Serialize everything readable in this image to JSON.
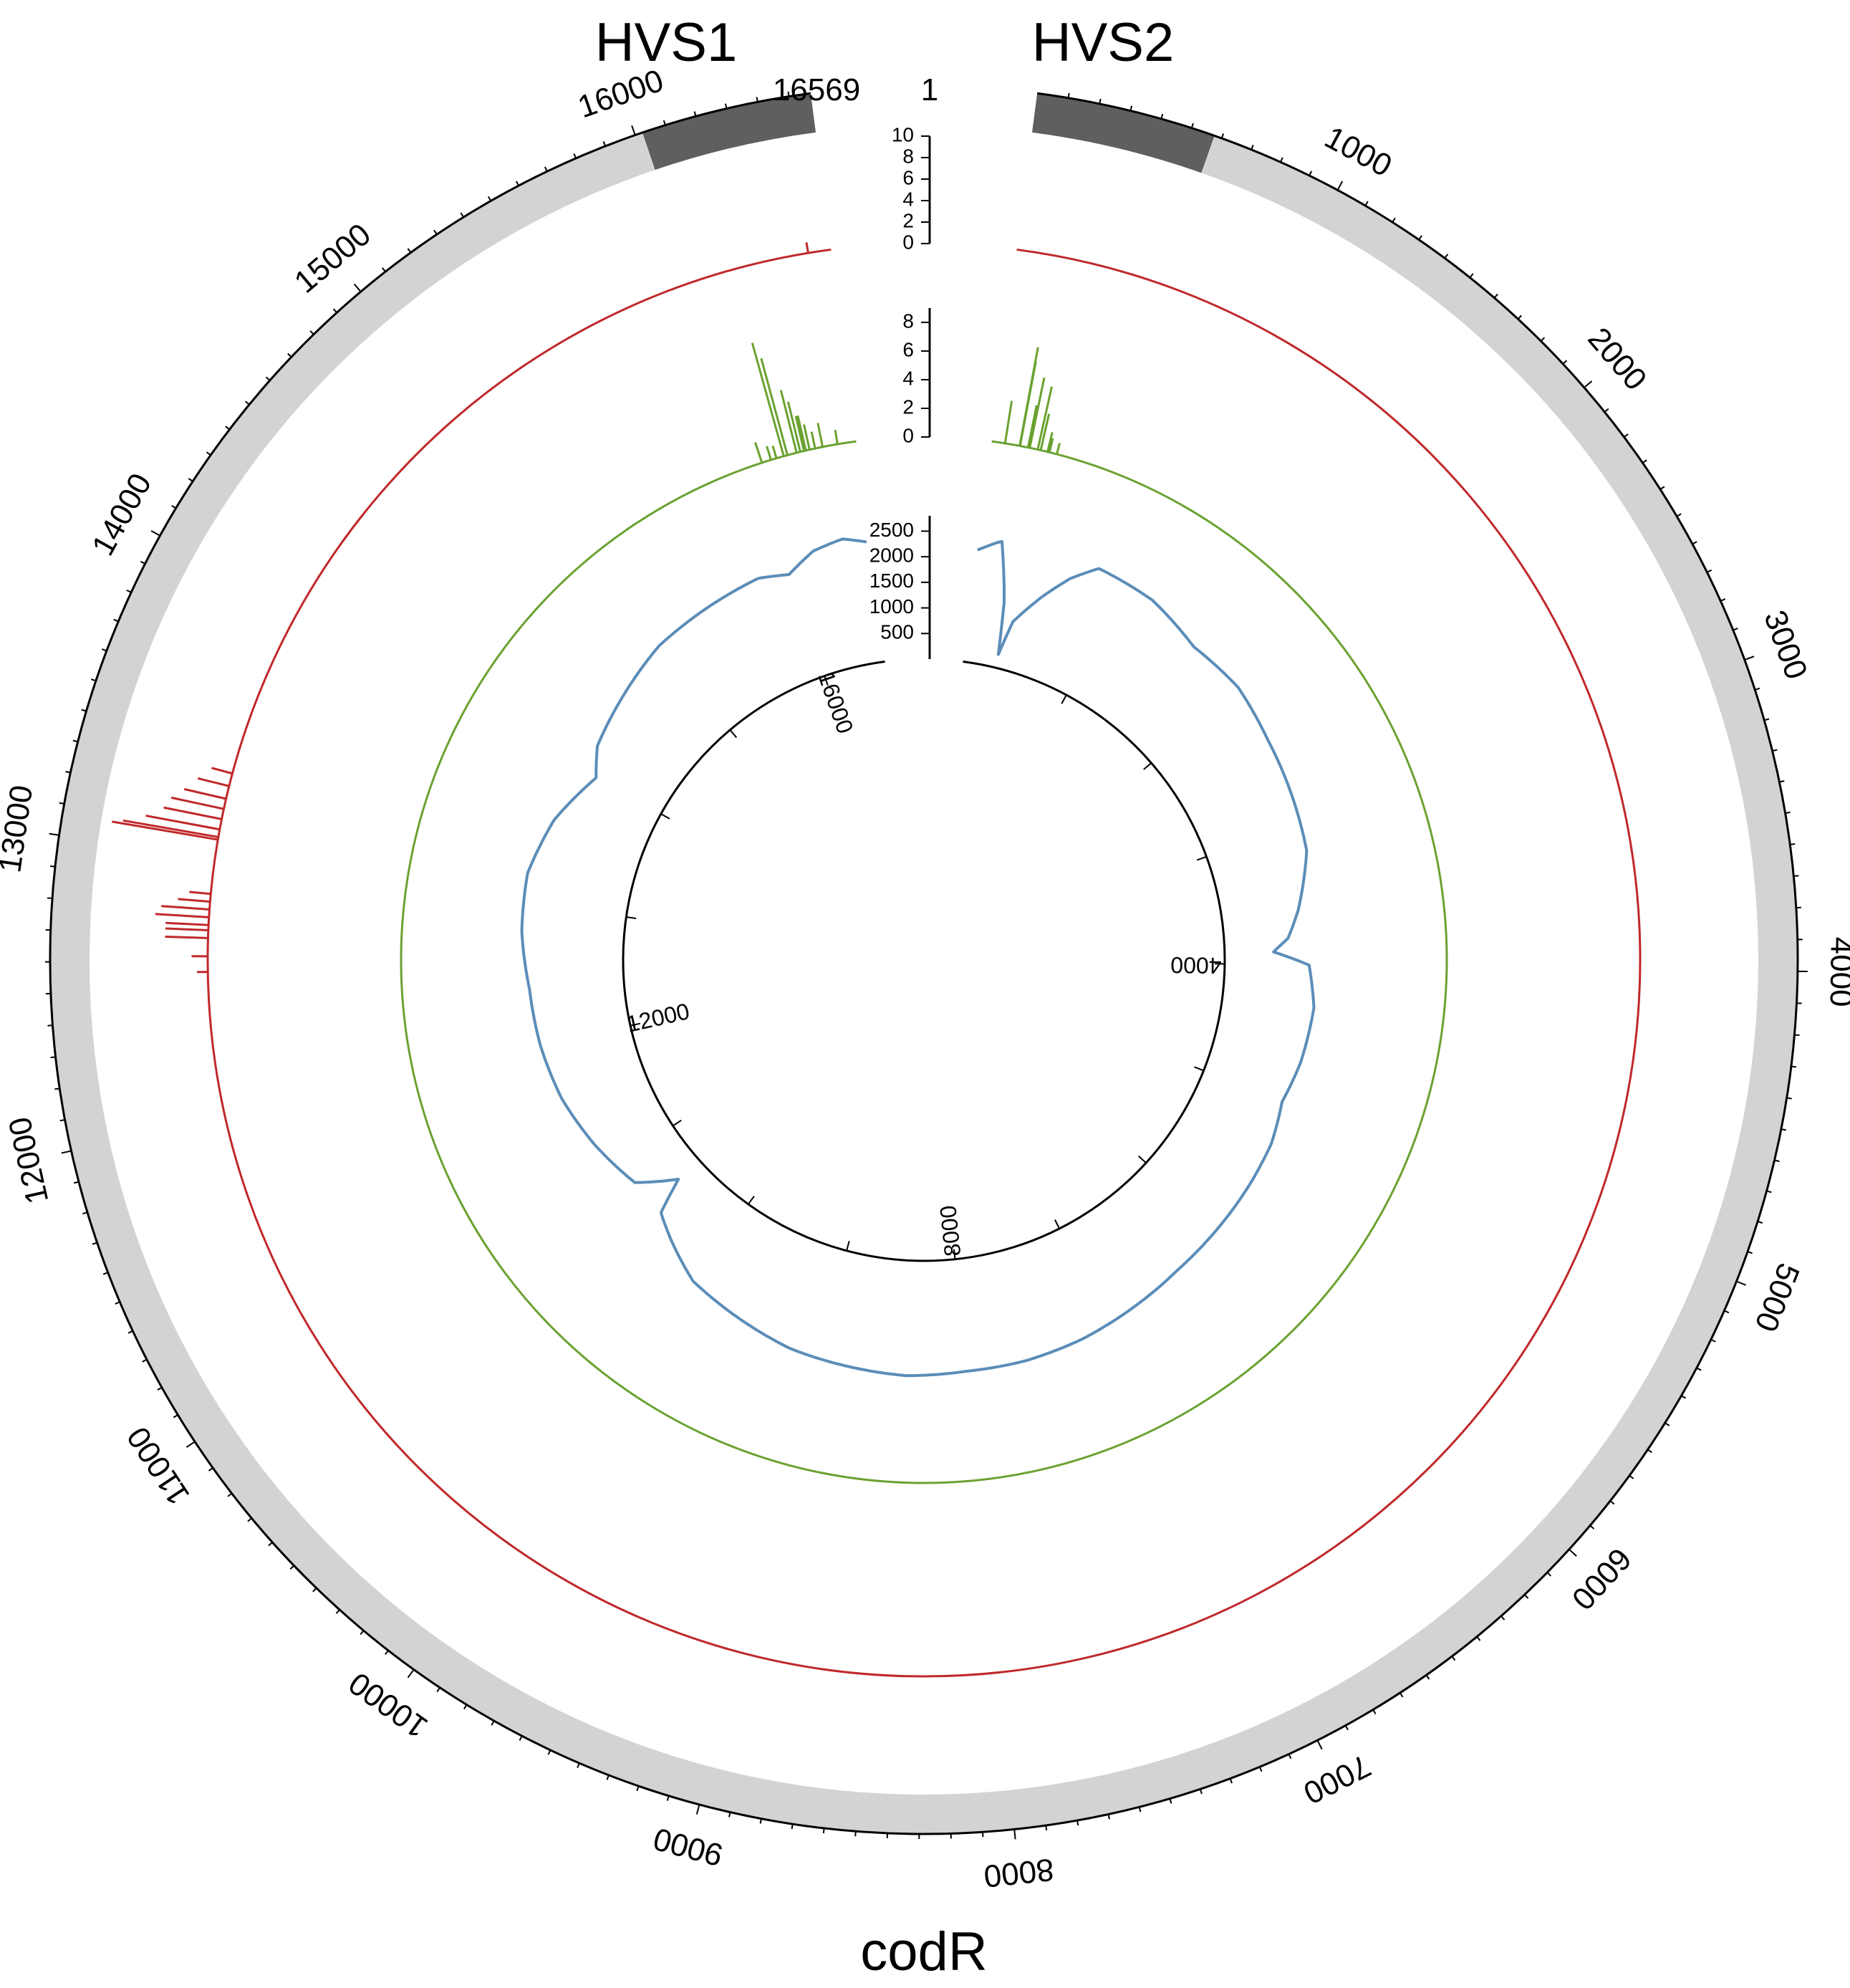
{
  "labels": {
    "hvs1": "HVS1",
    "hvs2": "HVS2",
    "codr": "codR",
    "start": "1",
    "end": "16569"
  },
  "colors": {
    "ring_light": "#d3d3d3",
    "ring_dark": "#5f5f5f",
    "red": "#c0282a",
    "green": "#6aa231",
    "blue": "#5b8db8",
    "axis": "#000000"
  },
  "chart_data": {
    "type": "circular-genome-map",
    "genome_length": 16569,
    "outer_ticks": [
      "1000",
      "2000",
      "3000",
      "4000",
      "5000",
      "6000",
      "7000",
      "8000",
      "9000",
      "10000",
      "11000",
      "12000",
      "13000",
      "14000",
      "15000",
      "16000"
    ],
    "inner_ticks": [
      "4000",
      "8000",
      "12000",
      "16000"
    ],
    "regions": [
      {
        "name": "HVS1",
        "start": 16024,
        "end": 16569,
        "color": "dark"
      },
      {
        "name": "HVS2",
        "start": 1,
        "end": 576,
        "color": "dark"
      },
      {
        "name": "codR",
        "start": 577,
        "end": 16023,
        "color": "light"
      }
    ],
    "tracks": [
      {
        "color": "red",
        "scale_ticks": [
          "0",
          "2",
          "4",
          "6",
          "8",
          "10"
        ],
        "ylim": [
          0,
          10
        ],
        "peaks": [
          [
            16480,
            1
          ],
          [
            13070,
            10
          ],
          [
            13080,
            9
          ],
          [
            13110,
            7
          ],
          [
            13150,
            5.5
          ],
          [
            13190,
            5
          ],
          [
            13230,
            4
          ],
          [
            13280,
            3
          ],
          [
            13330,
            2
          ],
          [
            12690,
            4
          ],
          [
            12720,
            4
          ],
          [
            12740,
            4
          ],
          [
            12770,
            5
          ],
          [
            12800,
            4.5
          ],
          [
            12830,
            3
          ],
          [
            12860,
            2
          ],
          [
            12620,
            1.5
          ],
          [
            12560,
            1
          ]
        ]
      },
      {
        "color": "green",
        "scale_ticks": [
          "0",
          "2",
          "4",
          "6",
          "8"
        ],
        "ylim": [
          0,
          9
        ],
        "peaks": [
          [
            16180,
            8.2
          ],
          [
            16200,
            7
          ],
          [
            16250,
            4.5
          ],
          [
            16270,
            3.6
          ],
          [
            16290,
            2.5
          ],
          [
            16300,
            2.5
          ],
          [
            16320,
            1.8
          ],
          [
            16350,
            1.2
          ],
          [
            16390,
            1.7
          ],
          [
            16470,
            1
          ],
          [
            72,
            3
          ],
          [
            150,
            7
          ],
          [
            152,
            6
          ],
          [
            195,
            3
          ],
          [
            204,
            5
          ],
          [
            247,
            4.5
          ],
          [
            263,
            2.6
          ],
          [
            300,
            1.4
          ],
          [
            310,
            1
          ],
          [
            350,
            0.8
          ],
          [
            16060,
            1.5
          ],
          [
            16110,
            1.0
          ],
          [
            16140,
            0.9
          ]
        ]
      },
      {
        "color": "blue",
        "scale_ticks": [
          "500",
          "1000",
          "1500",
          "2000",
          "2500"
        ],
        "ylim": [
          0,
          2800
        ],
        "profile": [
          [
            1,
            2200
          ],
          [
            150,
            2450
          ],
          [
            250,
            1300
          ],
          [
            300,
            250
          ],
          [
            350,
            950
          ],
          [
            500,
            1550
          ],
          [
            650,
            2100
          ],
          [
            800,
            2500
          ],
          [
            1200,
            2450
          ],
          [
            1600,
            2200
          ],
          [
            2000,
            2250
          ],
          [
            2400,
            2100
          ],
          [
            2800,
            2000
          ],
          [
            3200,
            1900
          ],
          [
            3600,
            1500
          ],
          [
            3800,
            1250
          ],
          [
            3900,
            950
          ],
          [
            4000,
            1650
          ],
          [
            4300,
            1800
          ],
          [
            4700,
            1750
          ],
          [
            5000,
            1650
          ],
          [
            5300,
            1800
          ],
          [
            5600,
            1850
          ],
          [
            6000,
            1900
          ],
          [
            6400,
            1950
          ],
          [
            6800,
            2050
          ],
          [
            7200,
            2150
          ],
          [
            7600,
            2200
          ],
          [
            8000,
            2200
          ],
          [
            8400,
            2250
          ],
          [
            8800,
            2200
          ],
          [
            9200,
            2150
          ],
          [
            9600,
            2000
          ],
          [
            10000,
            1850
          ],
          [
            10300,
            1500
          ],
          [
            10500,
            1250
          ],
          [
            10600,
            550
          ],
          [
            10800,
            1250
          ],
          [
            11200,
            1500
          ],
          [
            11600,
            1700
          ],
          [
            12000,
            1800
          ],
          [
            12400,
            1850
          ],
          [
            12800,
            2000
          ],
          [
            13200,
            2050
          ],
          [
            13600,
            1850
          ],
          [
            14000,
            1450
          ],
          [
            14200,
            1750
          ],
          [
            14600,
            1950
          ],
          [
            15000,
            2150
          ],
          [
            15400,
            2200
          ],
          [
            15800,
            2250
          ],
          [
            16000,
            2100
          ],
          [
            16200,
            2400
          ],
          [
            16400,
            2500
          ],
          [
            16569,
            2350
          ]
        ]
      }
    ]
  }
}
